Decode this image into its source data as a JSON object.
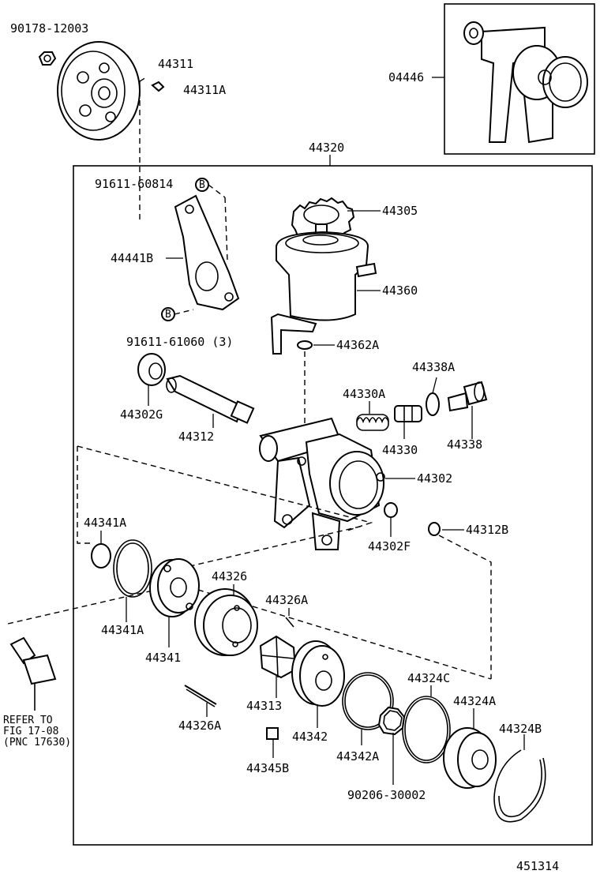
{
  "diagram_number": "451314",
  "assembly_label": "44320",
  "reference_note": [
    "REFER TO",
    "FIG 17-08",
    "(PNC 17630)"
  ],
  "callout_letter": "B",
  "labels": {
    "p90178_12003": "90178-12003",
    "p44311": "44311",
    "p44311A": "44311A",
    "p04446": "04446",
    "p91611_60814": "91611-60814",
    "p44441B": "44441B",
    "p91611_61060": "91611-61060 (3)",
    "p44305": "44305",
    "p44360": "44360",
    "p44362A": "44362A",
    "p44338A": "44338A",
    "p44330A": "44330A",
    "p44302G": "44302G",
    "p44312": "44312",
    "p44330": "44330",
    "p44338": "44338",
    "p44302": "44302",
    "p44341A_top": "44341A",
    "p44302F": "44302F",
    "p44312B": "44312B",
    "p44326": "44326",
    "p44326A_top": "44326A",
    "p44341A_bot": "44341A",
    "p44341": "44341",
    "p44324C": "44324C",
    "p44313": "44313",
    "p44324A": "44324A",
    "p44326A_bot": "44326A",
    "p44342": "44342",
    "p44324B": "44324B",
    "p44342A": "44342A",
    "p44345B": "44345B",
    "p90206_30002": "90206-30002"
  }
}
